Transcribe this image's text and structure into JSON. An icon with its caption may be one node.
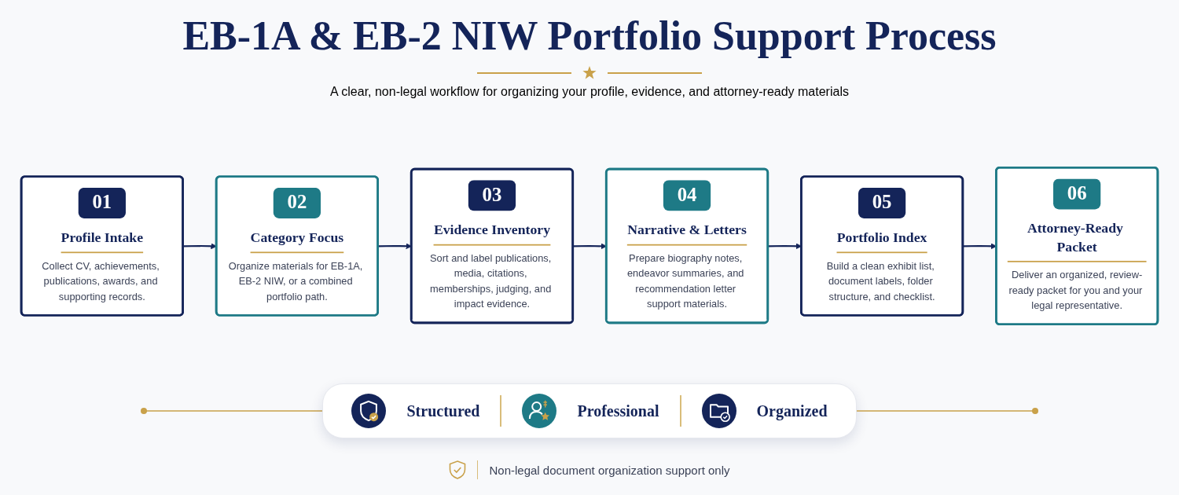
{
  "diagram": {
    "title": "EB-1A & EB-2 NIW Portfolio Support Process",
    "nodes": [
      {
        "text": [
          "01",
          "Profile Intake",
          "Collect CV, achievements, publications, awards, and supporting records."
        ]
      },
      {
        "text": [
          "02",
          "Category Focus",
          "Organize materials for EB-1A, EB-2 NIW, or a combined portfolio path."
        ]
      },
      {
        "text": [
          "03",
          "Evidence Inventory",
          "Sort and label publications, media, citations, memberships, judging, and impact evidence."
        ]
      },
      {
        "text": [
          "04",
          "Narrative & Letters",
          "Prepare biography notes, endeavor summaries, and recommendation letter support materials."
        ]
      },
      {
        "text": [
          "05",
          "Portfolio Index",
          "Build a clean exhibit list, document labels, folder structure, and checklist."
        ]
      },
      {
        "text": [
          "06",
          "Attorney-Ready Packet",
          "Deliver an organized, review-ready packet for you and your legal representative."
        ]
      }
    ],
    "edges": [
      {
        "from": 0,
        "to": 1,
        "arrow": "to"
      },
      {
        "from": 1,
        "to": 2,
        "arrow": "to"
      },
      {
        "from": 2,
        "to": 3,
        "arrow": "to"
      },
      {
        "from": 3,
        "to": 4,
        "arrow": "to"
      },
      {
        "from": 4,
        "to": 5,
        "arrow": "to"
      }
    ],
    "labels": [
      "A clear, non-legal workflow for organizing your profile, evidence, and attorney-ready materials",
      "Structured",
      "Professional",
      "Organized",
      "Non-legal document organization support only"
    ]
  }
}
